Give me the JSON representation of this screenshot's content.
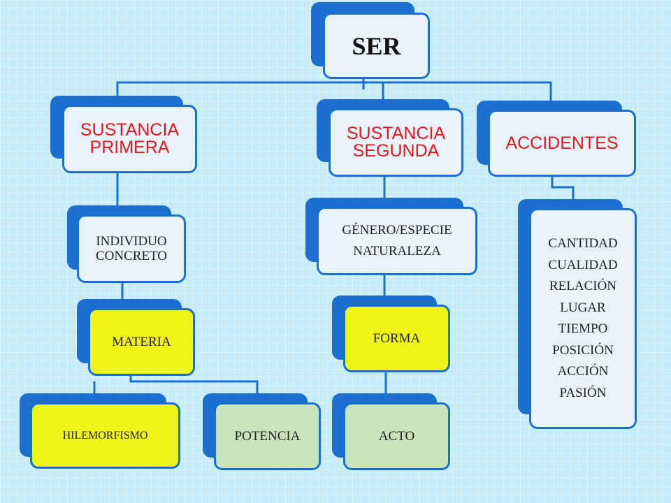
{
  "diagram": {
    "root": {
      "label": "SER"
    },
    "branches": {
      "sustancia_primera": {
        "label": "SUSTANCIA PRIMERA"
      },
      "sustancia_segunda": {
        "label": "SUSTANCIA SEGUNDA"
      },
      "accidentes": {
        "label": "ACCIDENTES"
      }
    },
    "individuo": {
      "label": "INDIVIDUO CONCRETO"
    },
    "genero": {
      "line1": "GÉNERO/ESPECIE",
      "line2": "NATURALEZA"
    },
    "materia": {
      "label": "MATERIA"
    },
    "forma": {
      "label": "FORMA"
    },
    "hilemorfismo": {
      "label": "HILEMORFISMO"
    },
    "potencia": {
      "label": "POTENCIA"
    },
    "acto": {
      "label": "ACTO"
    },
    "accidentes_list": [
      "CANTIDAD",
      "CUALIDAD",
      "RELACIÓN",
      "LUGAR",
      "TIEMPO",
      "POSICIÓN",
      "ACCIÓN",
      "PASIÓN"
    ]
  },
  "colors": {
    "box_border": "#1a6fcf",
    "box_fill": "#e9f3fb",
    "highlight_yellow": "#eff519",
    "highlight_green": "#c9e3bd",
    "heading_red": "#e4151b",
    "background": "#c6ecf8"
  }
}
